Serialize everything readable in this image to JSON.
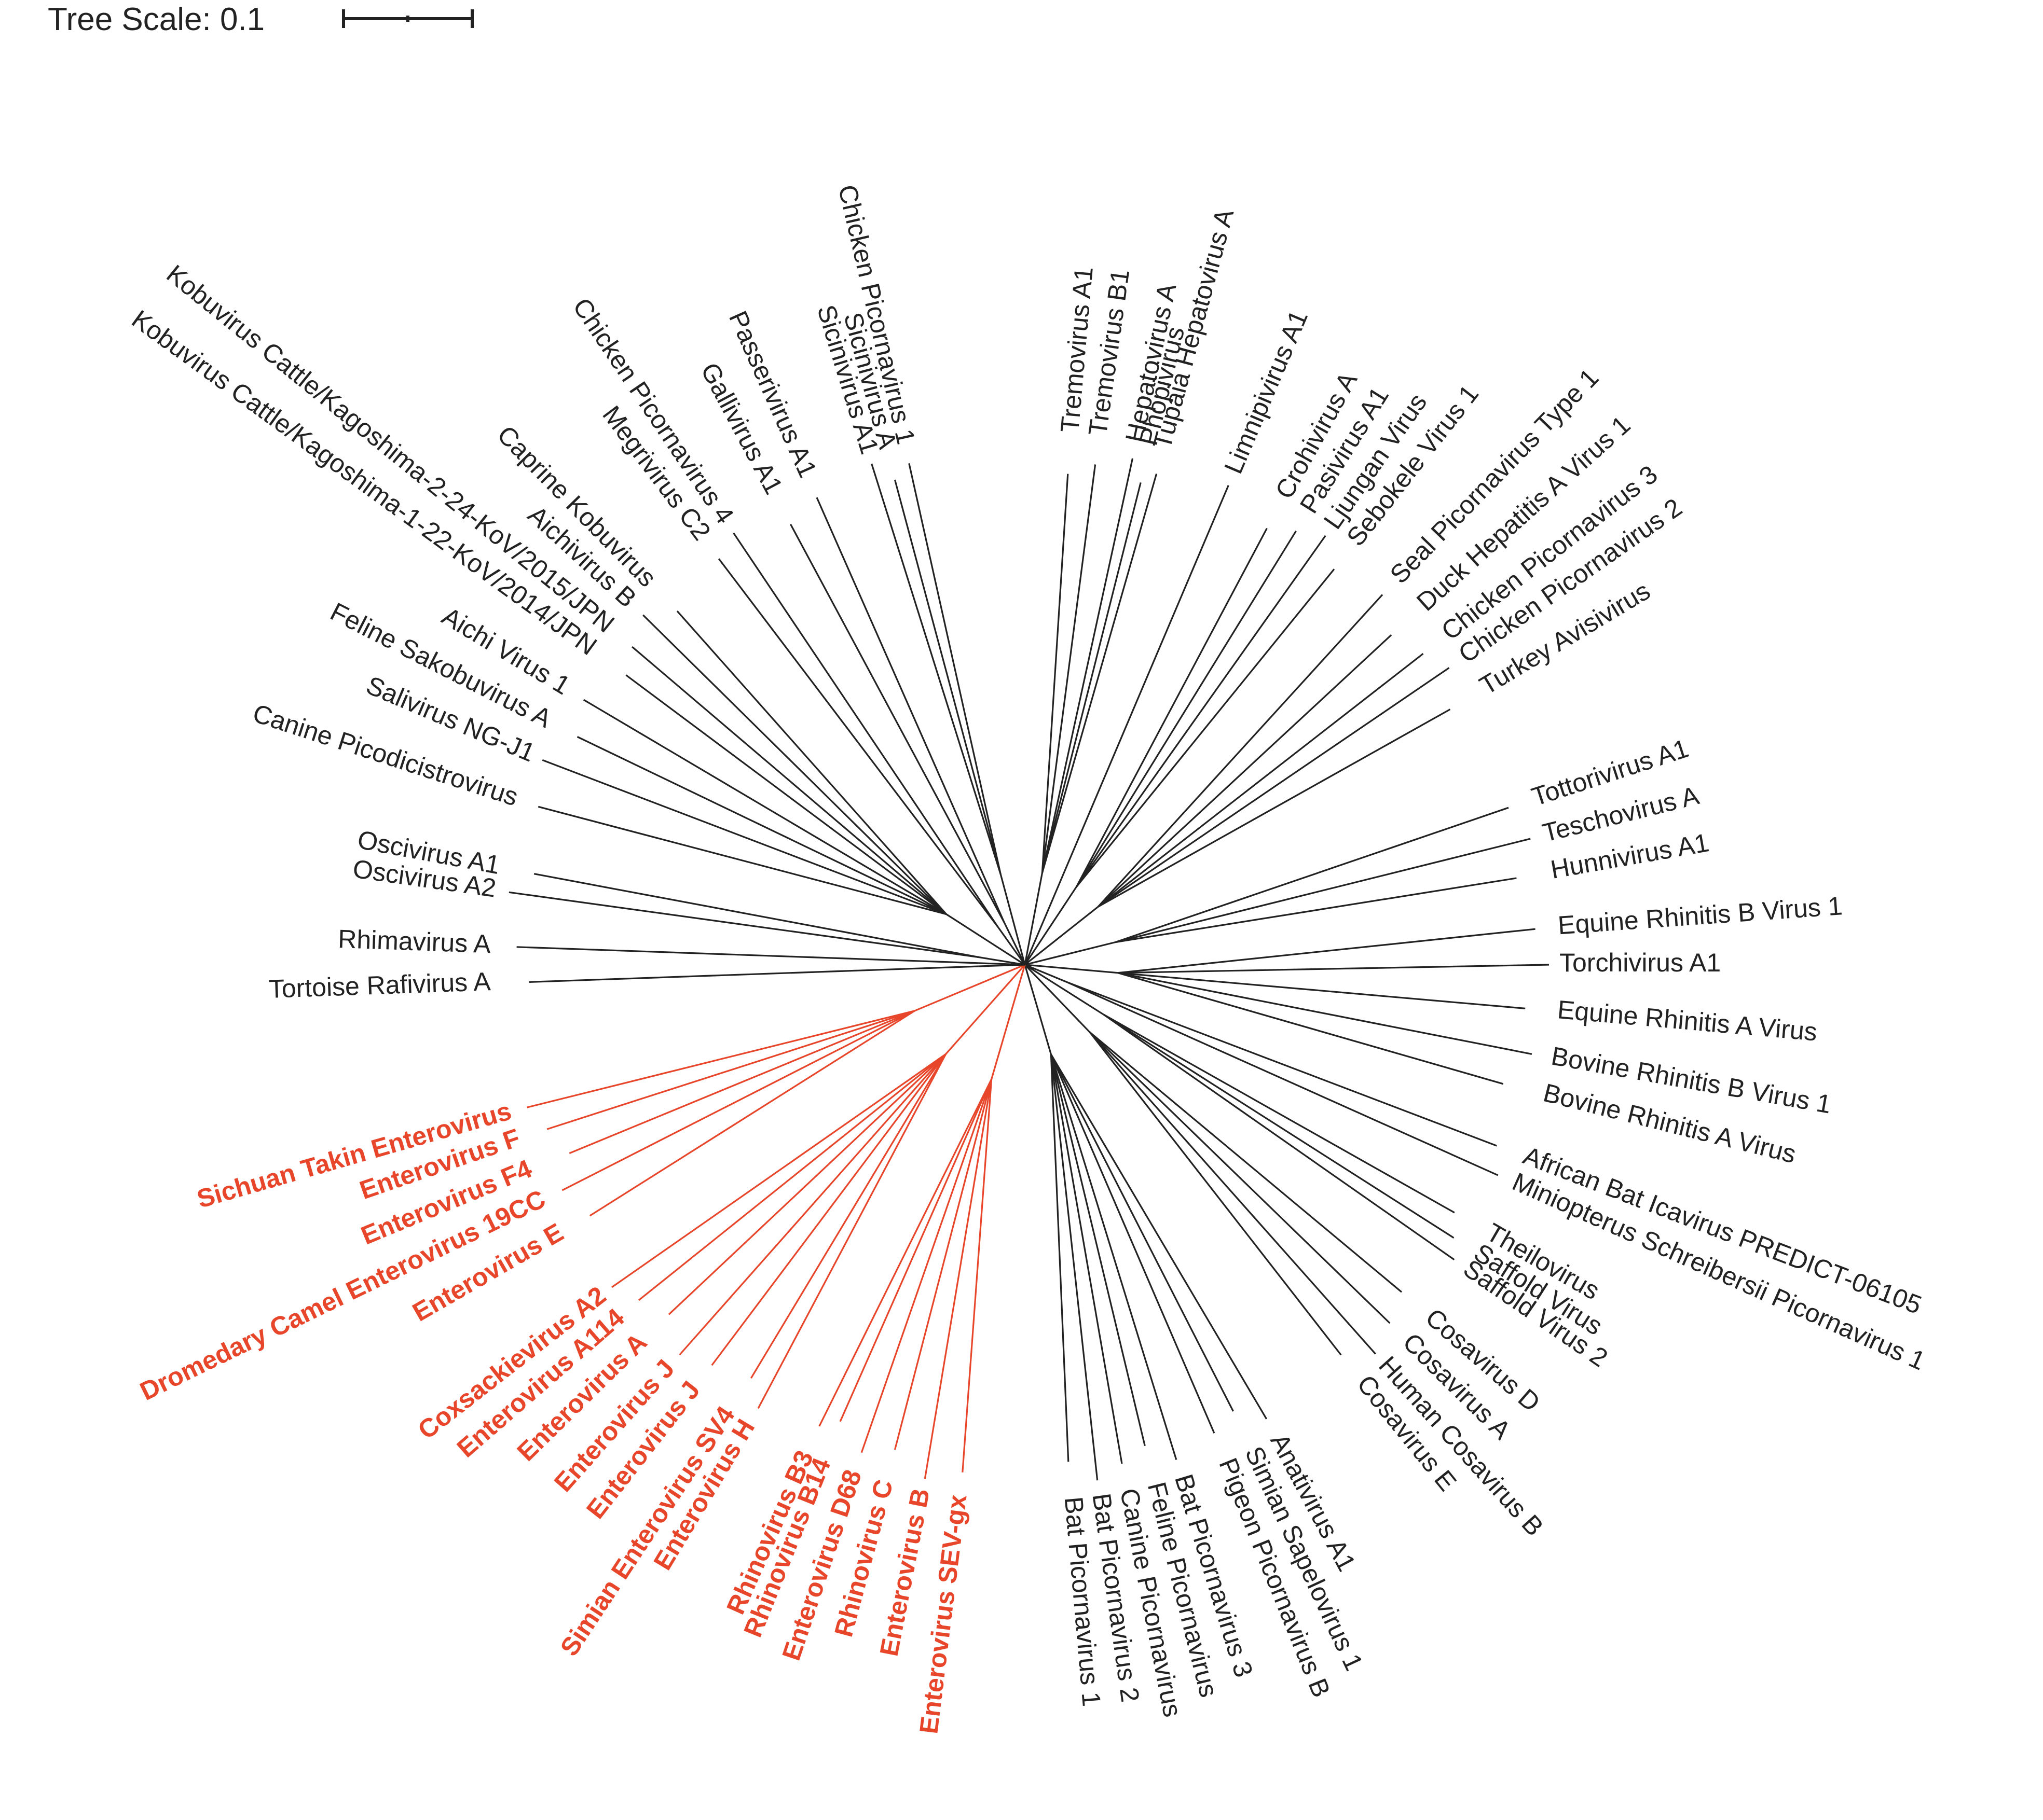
{
  "scale": {
    "label": "Tree Scale: 0.1"
  },
  "colors": {
    "default": "#222222",
    "highlight": "#e8462b"
  },
  "leaves": [
    {
      "name": "Tremovirus A1",
      "angle": -85,
      "group": "default"
    },
    {
      "name": "Tremovirus B1",
      "angle": -82,
      "group": "default"
    },
    {
      "name": "Hepatovirus A",
      "angle": -78,
      "group": "default"
    },
    {
      "name": "Phopivirus",
      "angle": -76.5,
      "group": "default"
    },
    {
      "name": "Tupaia Hepatovirus A",
      "angle": -75,
      "group": "default"
    },
    {
      "name": "Limnipivirus A1",
      "angle": -67,
      "group": "default"
    },
    {
      "name": "Crohivirus A",
      "angle": -61,
      "group": "default"
    },
    {
      "name": "Pasivirus A1",
      "angle": -58,
      "group": "default"
    },
    {
      "name": "Ljungan Virus",
      "angle": -55,
      "group": "default"
    },
    {
      "name": "Sebokele Virus 1",
      "angle": -52,
      "group": "default"
    },
    {
      "name": "Seal Picornavirus Type 1",
      "angle": -46,
      "group": "default"
    },
    {
      "name": "Duck Hepatitis A Virus 1",
      "angle": -42,
      "group": "default"
    },
    {
      "name": "Chicken Picornavirus 3",
      "angle": -38,
      "group": "default"
    },
    {
      "name": "Chicken Picornavirus 2",
      "angle": -35,
      "group": "default"
    },
    {
      "name": "Turkey Avisivirus",
      "angle": -31,
      "group": "default"
    },
    {
      "name": "Tottorivirus A1",
      "angle": -18,
      "group": "default"
    },
    {
      "name": "Teschovirus A",
      "angle": -14,
      "group": "default"
    },
    {
      "name": "Hunnivirus A1",
      "angle": -10,
      "group": "default"
    },
    {
      "name": "Equine Rhinitis B Virus 1",
      "angle": -4,
      "group": "default"
    },
    {
      "name": "Torchivirus A1",
      "angle": 0,
      "group": "default"
    },
    {
      "name": "Equine Rhinitis A Virus",
      "angle": 5,
      "group": "default"
    },
    {
      "name": "Bovine Rhinitis B Virus 1",
      "angle": 10,
      "group": "default"
    },
    {
      "name": "Bovine Rhinitis A Virus",
      "angle": 14,
      "group": "default"
    },
    {
      "name": "African Bat Icavirus PREDICT-06105",
      "angle": 21,
      "group": "default"
    },
    {
      "name": "Miniopterus Schreibersii Picornavirus 1",
      "angle": 24,
      "group": "default"
    },
    {
      "name": "Theilovirus",
      "angle": 30,
      "group": "default"
    },
    {
      "name": "Saffold Virus",
      "angle": 32.5,
      "group": "default"
    },
    {
      "name": "Saffold Virus 2",
      "angle": 34.5,
      "group": "default"
    },
    {
      "name": "Cosavirus D",
      "angle": 41,
      "group": "default"
    },
    {
      "name": "Cosavirus A",
      "angle": 44.5,
      "group": "default"
    },
    {
      "name": "Human Cosavirus B",
      "angle": 48,
      "group": "default"
    },
    {
      "name": "Cosavirus E",
      "angle": 51,
      "group": "default"
    },
    {
      "name": "Anativirus A1",
      "angle": 62,
      "group": "default"
    },
    {
      "name": "Simian Sapelovirus 1",
      "angle": 65,
      "group": "default"
    },
    {
      "name": "Pigeon Picornavirus B",
      "angle": 68,
      "group": "default"
    },
    {
      "name": "Bat Picornavirus 3",
      "angle": 73,
      "group": "default"
    },
    {
      "name": "Feline Picornavirus",
      "angle": 76,
      "group": "default"
    },
    {
      "name": "Canine Picornavirus",
      "angle": 79,
      "group": "default"
    },
    {
      "name": "Bat Picornavirus 2",
      "angle": 82,
      "group": "default"
    },
    {
      "name": "Bat Picornavirus 1",
      "angle": 85,
      "group": "default"
    },
    {
      "name": "Enterovirus SEV-gx",
      "angle": 97,
      "group": "highlight"
    },
    {
      "name": "Enterovirus B",
      "angle": 101,
      "group": "highlight"
    },
    {
      "name": "Rhinovirus C",
      "angle": 105,
      "group": "highlight"
    },
    {
      "name": "Enterovirus D68",
      "angle": 108.5,
      "group": "highlight"
    },
    {
      "name": "Rhinovirus B14",
      "angle": 112,
      "group": "highlight"
    },
    {
      "name": "Rhinovirus B3",
      "angle": 114,
      "group": "highlight"
    },
    {
      "name": "Enterovirus H",
      "angle": 121,
      "group": "highlight"
    },
    {
      "name": "Simian Enterovirus SV4",
      "angle": 123.5,
      "group": "highlight"
    },
    {
      "name": "Enterovirus J",
      "angle": 128,
      "group": "highlight"
    },
    {
      "name": "Enterovirus J",
      "angle": 131.5,
      "group": "highlight"
    },
    {
      "name": "Enterovirus A",
      "angle": 135.5,
      "group": "highlight"
    },
    {
      "name": "Enterovirus A114",
      "angle": 139,
      "group": "highlight"
    },
    {
      "name": "Coxsackievirus A2",
      "angle": 142,
      "group": "highlight"
    },
    {
      "name": "Enterovirus E",
      "angle": 150,
      "group": "highlight"
    },
    {
      "name": "Dromedary Camel Enterovirus 19CC",
      "angle": 154,
      "group": "highlight"
    },
    {
      "name": "Enterovirus F4",
      "angle": 157.5,
      "group": "highlight"
    },
    {
      "name": "Enterovirus F",
      "angle": 161,
      "group": "highlight"
    },
    {
      "name": "Sichuan Takin Enterovirus",
      "angle": 164,
      "group": "highlight"
    },
    {
      "name": "Tortoise Rafivirus A",
      "angle": 178,
      "group": "default"
    },
    {
      "name": "Rhimavirus A",
      "angle": -178,
      "group": "default"
    },
    {
      "name": "Oscivirus A2",
      "angle": -172,
      "group": "default"
    },
    {
      "name": "Oscivirus A1",
      "angle": -169.5,
      "group": "default"
    },
    {
      "name": "Canine Picodicistrovirus",
      "angle": -162,
      "group": "default"
    },
    {
      "name": "Salivirus NG-J1",
      "angle": -157,
      "group": "default"
    },
    {
      "name": "Feline Sakobuvirus A",
      "angle": -153,
      "group": "default"
    },
    {
      "name": "Aichi Virus 1",
      "angle": -149,
      "group": "default"
    },
    {
      "name": "Kobuvirus Cattle/Kagoshima-1-22-KoV/2014/JPN",
      "angle": -144,
      "group": "default"
    },
    {
      "name": "Kobuvirus Cattle/Kagoshima-2-24-KoV/2015/JPN",
      "angle": -141,
      "group": "default"
    },
    {
      "name": "Aichivirus B",
      "angle": -137.5,
      "group": "default"
    },
    {
      "name": "Caprine Kobuvirus",
      "angle": -134.5,
      "group": "default"
    },
    {
      "name": "Megrivirus C2",
      "angle": -127,
      "group": "default"
    },
    {
      "name": "Chicken Picornavirus 4",
      "angle": -124,
      "group": "default"
    },
    {
      "name": "Gallivirus A1",
      "angle": -118,
      "group": "default"
    },
    {
      "name": "Passerivirus A1",
      "angle": -114,
      "group": "default"
    },
    {
      "name": "Sicinivirus A1",
      "angle": -107,
      "group": "default"
    },
    {
      "name": "Sicinivirus A",
      "angle": -105,
      "group": "default"
    },
    {
      "name": "Chicken Picornavirus 1",
      "angle": -103,
      "group": "default"
    }
  ]
}
